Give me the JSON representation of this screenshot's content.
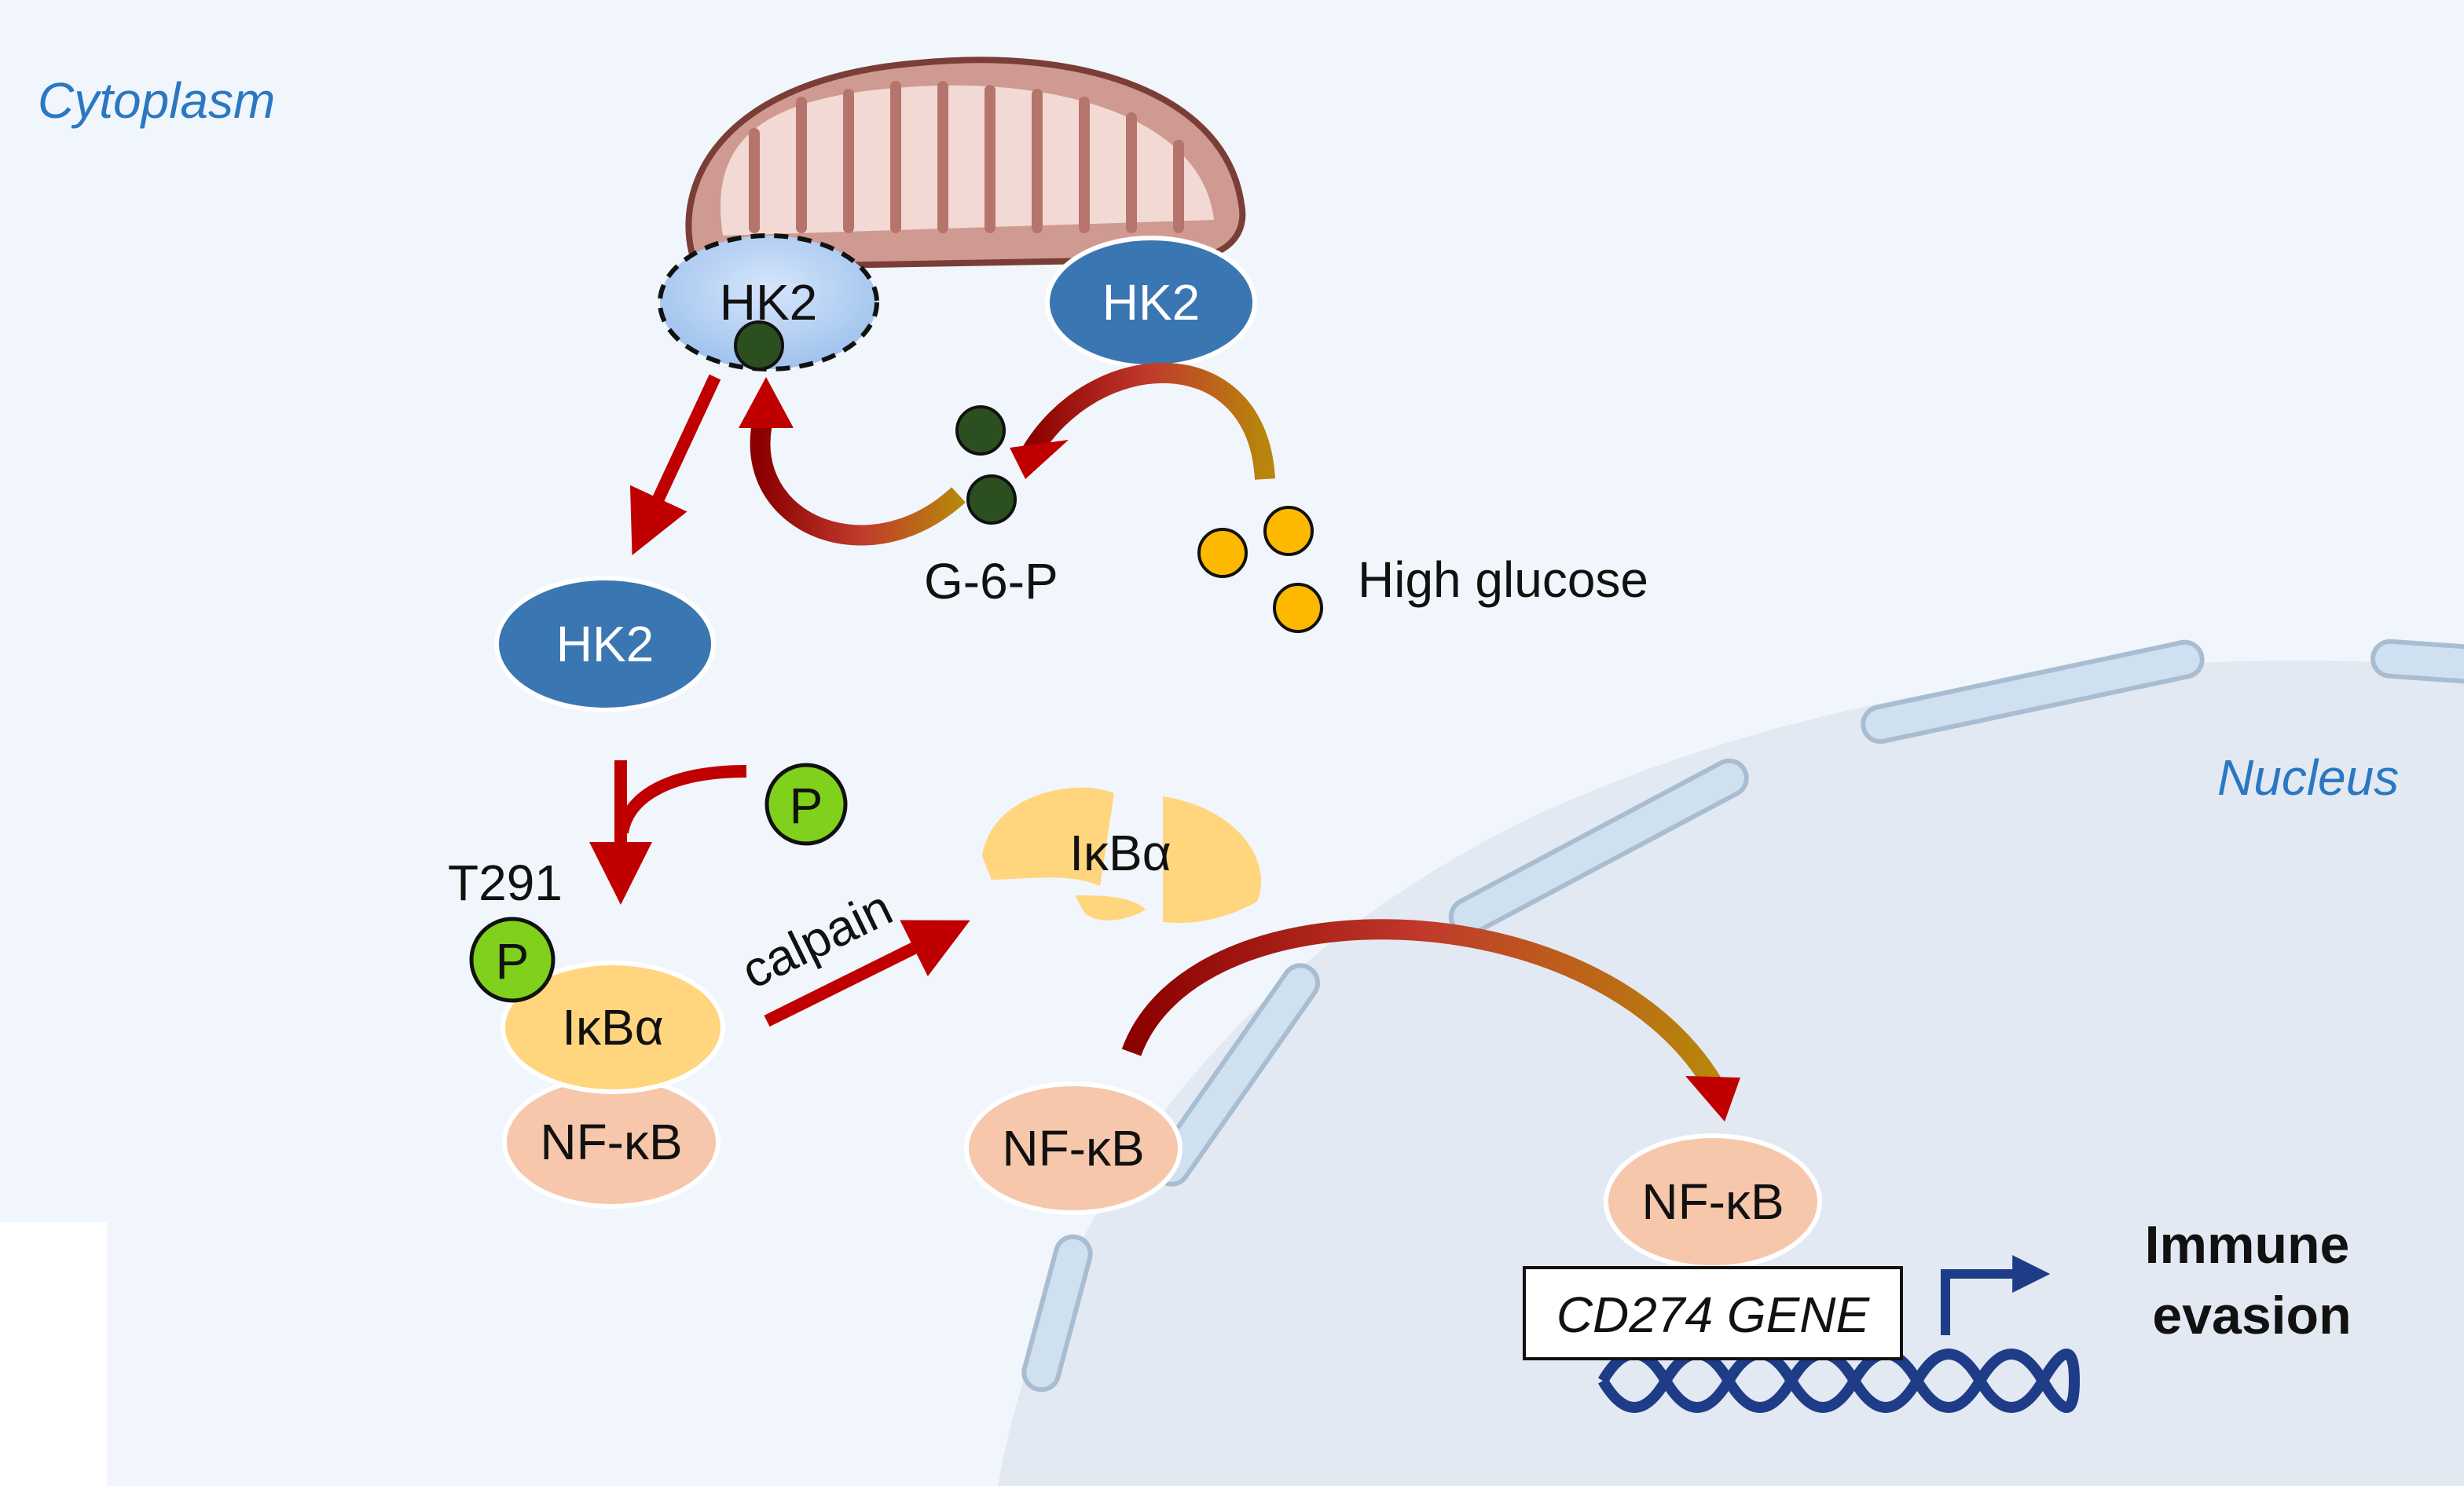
{
  "regions": {
    "cytoplasm": "Cytoplasm",
    "nucleus": "Nucleus"
  },
  "labels": {
    "hk2": "HK2",
    "g6p": "G-6-P",
    "high_glucose": "High glucose",
    "t291": "T291",
    "p": "P",
    "ikba": "IκBα",
    "nfkb": "NF-κB",
    "calpain": "calpain",
    "gene": "CD274 GENE",
    "outcome_line1": "Immune",
    "outcome_line2": "evasion"
  },
  "colors": {
    "background": "#f1f6fc",
    "nucleus": "#e3e9f2",
    "hk2_dark": "#3a76b2",
    "hk2_light": "#b7d2f5",
    "ikba": "#ffd57e",
    "nfkb": "#f6c7ab",
    "phospho": "#7fd11c",
    "g6p": "#2c4f20",
    "glucose": "#fdb800",
    "arrow": "#c00000",
    "mito_outer": "#cf9a92",
    "mito_inner": "#f3d9d4",
    "pore": "#cfe0f1",
    "dna": "#1f3c88"
  }
}
